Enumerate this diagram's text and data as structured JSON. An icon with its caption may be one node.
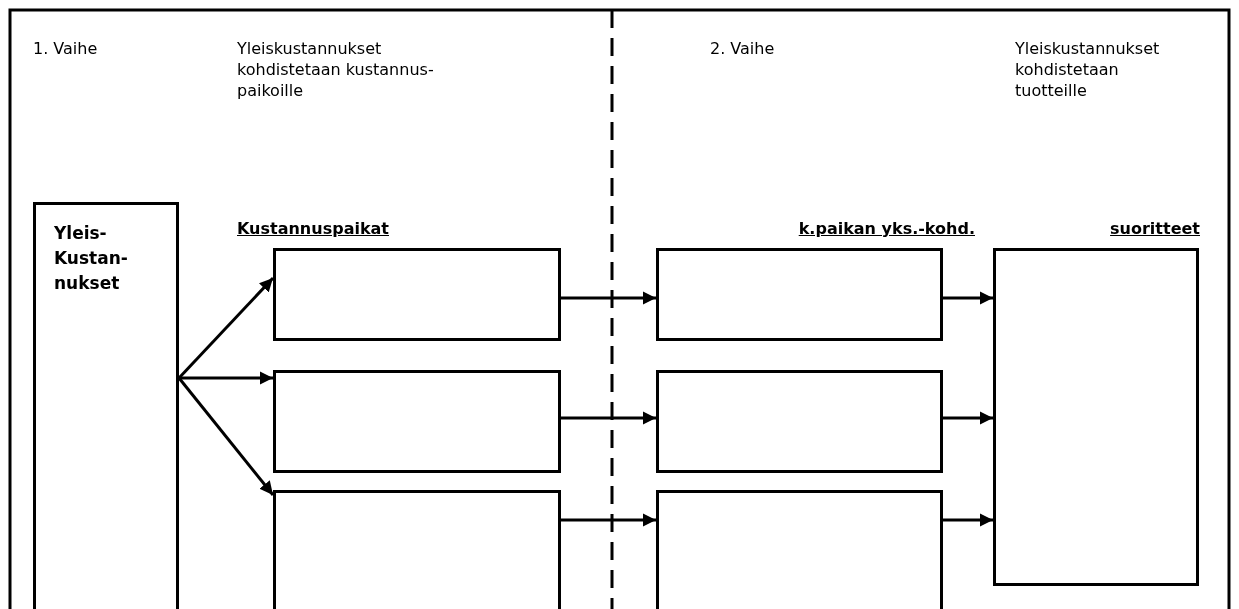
{
  "diagram": {
    "nodes": [
      {
        "text": [
          "Yleis- Kustan- nukset"
        ]
      },
      {
        "text": [],
        "shape": "box"
      },
      {
        "text": [],
        "shape": "box"
      },
      {
        "text": [],
        "shape": "box"
      },
      {
        "text": [],
        "shape": "box"
      },
      {
        "text": [],
        "shape": "box"
      },
      {
        "text": [],
        "shape": "box"
      },
      {
        "text": [],
        "shape": "box"
      }
    ],
    "edges": [
      {
        "from": 0,
        "to": 1,
        "arrow": "to"
      },
      {
        "from": 0,
        "to": 2,
        "arrow": "to"
      },
      {
        "from": 0,
        "to": 3,
        "arrow": "to"
      },
      {
        "from": 1,
        "to": 4,
        "arrow": "to"
      },
      {
        "from": 2,
        "to": 5,
        "arrow": "to"
      },
      {
        "from": 3,
        "to": 6,
        "arrow": "to"
      },
      {
        "from": 4,
        "to": 7,
        "arrow": "to"
      },
      {
        "from": 5,
        "to": 7,
        "arrow": "to"
      },
      {
        "from": 6,
        "to": 7,
        "arrow": "to"
      }
    ],
    "labels": [
      "1. Vaihe",
      "Yleiskustannukset kohdistetaan kustannus- paikoille",
      "2. Vaihe",
      "Yleiskustannukset kohdistetaan tuotteille",
      "Kustannuspaikat",
      "k.paikan yks.-kohd.",
      "suoritteet"
    ]
  }
}
